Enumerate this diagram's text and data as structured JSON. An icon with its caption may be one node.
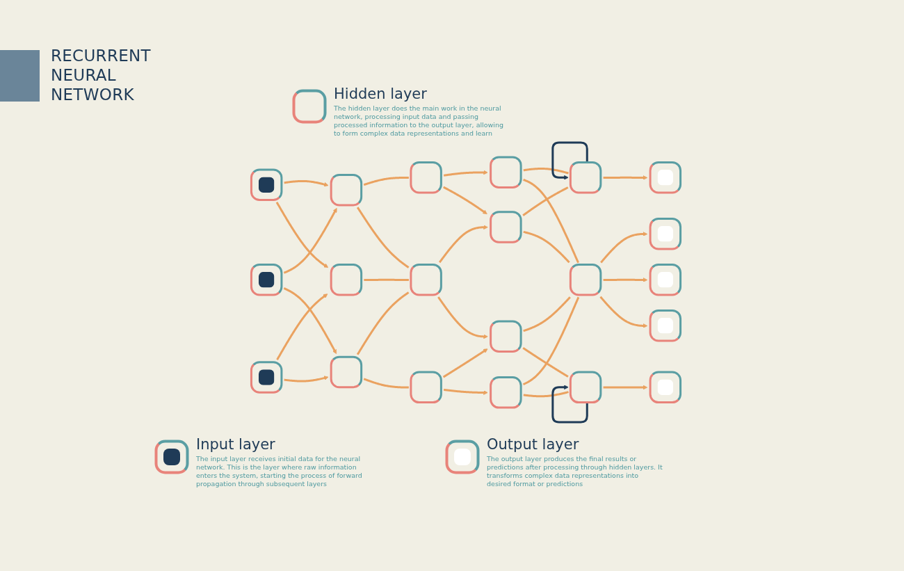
{
  "diagram": {
    "title": "RECURRENT NEURAL NETWORK",
    "nodes": [
      {
        "text": [],
        "shape": "box"
      },
      {
        "text": [],
        "shape": "box"
      },
      {
        "text": [],
        "shape": "box"
      },
      {
        "text": [],
        "shape": "box"
      },
      {
        "text": [],
        "shape": "box"
      },
      {
        "text": [],
        "shape": "box"
      },
      {
        "text": [],
        "shape": "box"
      },
      {
        "text": [],
        "shape": "box"
      },
      {
        "text": [],
        "shape": "box"
      },
      {
        "text": [],
        "shape": "box"
      },
      {
        "text": [],
        "shape": "box"
      },
      {
        "text": [],
        "shape": "box"
      },
      {
        "text": [],
        "shape": "box"
      },
      {
        "text": [],
        "shape": "box"
      },
      {
        "text": [],
        "shape": "box"
      },
      {
        "text": [],
        "shape": "box"
      },
      {
        "text": [],
        "shape": "box"
      },
      {
        "text": [],
        "shape": "box"
      },
      {
        "text": [],
        "shape": "box"
      },
      {
        "text": [],
        "shape": "box"
      },
      {
        "text": [],
        "shape": "box"
      }
    ],
    "edges": [
      {
        "from": 0,
        "to": 3,
        "arrow": "to"
      },
      {
        "from": 0,
        "to": 4,
        "arrow": "to"
      },
      {
        "from": 1,
        "to": 3,
        "arrow": "to"
      },
      {
        "from": 1,
        "to": 5,
        "arrow": "to"
      },
      {
        "from": 2,
        "to": 4,
        "arrow": "to"
      },
      {
        "from": 2,
        "to": 5,
        "arrow": "to"
      },
      {
        "from": 3,
        "to": 6,
        "arrow": "none"
      },
      {
        "from": 3,
        "to": 7,
        "arrow": "none"
      },
      {
        "from": 4,
        "to": 7,
        "arrow": "none"
      },
      {
        "from": 5,
        "to": 7,
        "arrow": "none"
      },
      {
        "from": 5,
        "to": 8,
        "arrow": "none"
      },
      {
        "from": 6,
        "to": 9,
        "arrow": "to"
      },
      {
        "from": 6,
        "to": 10,
        "arrow": "to"
      },
      {
        "from": 7,
        "to": 10,
        "arrow": "to"
      },
      {
        "from": 7,
        "to": 11,
        "arrow": "to"
      },
      {
        "from": 8,
        "to": 11,
        "arrow": "to"
      },
      {
        "from": 8,
        "to": 12,
        "arrow": "to"
      },
      {
        "from": 9,
        "to": 13,
        "arrow": "none"
      },
      {
        "from": 9,
        "to": 14,
        "arrow": "none"
      },
      {
        "from": 10,
        "to": 13,
        "arrow": "none"
      },
      {
        "from": 10,
        "to": 14,
        "arrow": "none"
      },
      {
        "from": 11,
        "to": 14,
        "arrow": "none"
      },
      {
        "from": 11,
        "to": 15,
        "arrow": "none"
      },
      {
        "from": 12,
        "to": 14,
        "arrow": "none"
      },
      {
        "from": 12,
        "to": 15,
        "arrow": "none"
      },
      {
        "from": 13,
        "to": 13,
        "arrow": "to",
        "color": "#1f3b57"
      },
      {
        "from": 15,
        "to": 15,
        "arrow": "to",
        "color": "#1f3b57"
      },
      {
        "from": 13,
        "to": 16,
        "arrow": "to"
      },
      {
        "from": 14,
        "to": 17,
        "arrow": "to"
      },
      {
        "from": 14,
        "to": 18,
        "arrow": "to"
      },
      {
        "from": 14,
        "to": 19,
        "arrow": "to"
      },
      {
        "from": 15,
        "to": 20,
        "arrow": "to"
      }
    ],
    "labels": [
      "The hidden layer does the main work in the neural network, processing input data and passing processed information to the output layer, allowing to form complex data representations and learn",
      "The input layer receives initial data for the neural network. This is the layer where raw information enters the system, starting the process of forward propagation through subsequent layers",
      "The output layer produces the final results or predictions after processing through hidden layers. It transforms complex data representations into desired format or predictions"
    ],
    "legend": [
      {
        "text": "Hidden layer"
      },
      {
        "text": "Input layer"
      },
      {
        "text": "Output layer"
      }
    ]
  }
}
